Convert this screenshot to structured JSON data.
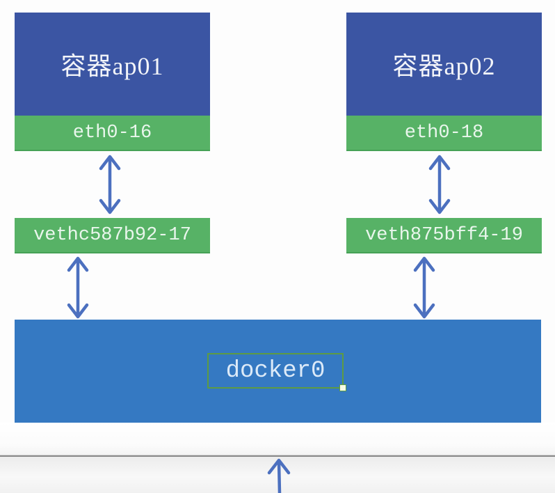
{
  "diagram": {
    "title_implied": "docker0 bridge veth-pair network diagram",
    "containers": [
      {
        "title": "容器ap01",
        "eth_label": "eth0-16",
        "veth_label": "vethc587b92-17"
      },
      {
        "title": "容器ap02",
        "eth_label": "eth0-18",
        "veth_label": "veth875bff4-19"
      }
    ],
    "bridge_label": "docker0",
    "icons": [
      "double-arrow-vertical-icon",
      "arrow-up-icon",
      "resize-handle-icon"
    ]
  },
  "colors": {
    "container_fill": "#3b55a3",
    "interface_fill": "#57b266",
    "interface_edge": "#46a156",
    "bridge_fill": "#3579c2",
    "arrow_stroke": "#4c70bf",
    "label_border_green": "#5d9b43",
    "separator_gray": "#8a8a8a",
    "background": "#fdfdfd",
    "below_line_background": "#f0f0f0"
  }
}
